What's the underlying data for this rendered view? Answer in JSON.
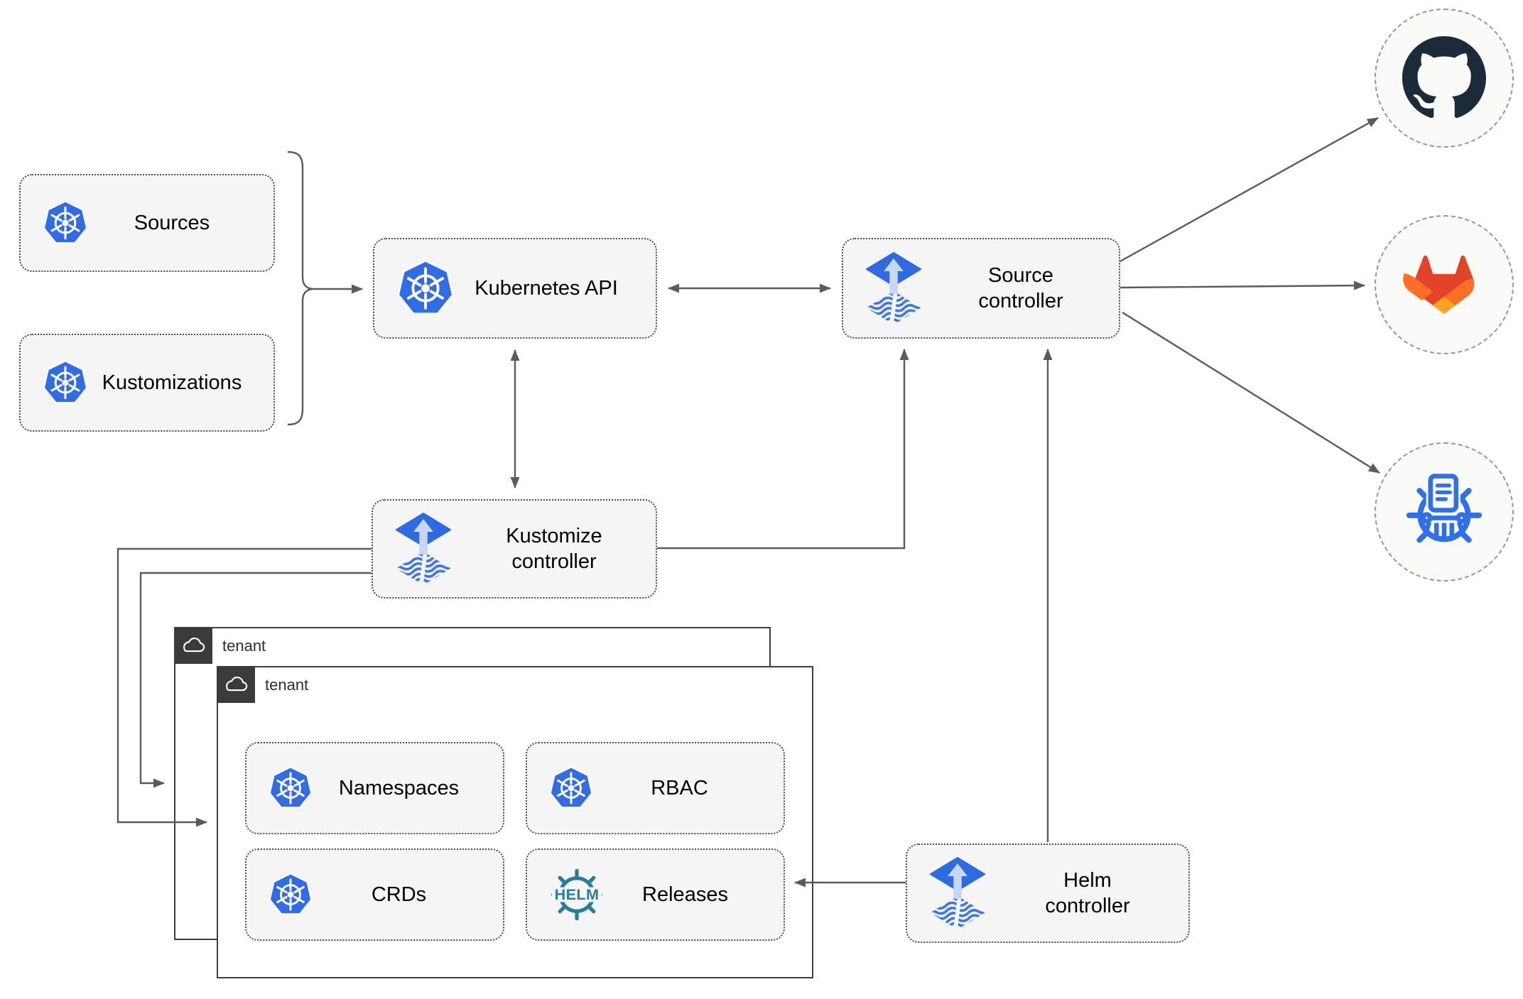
{
  "title": "Flux GitOps toolkit architecture diagram",
  "nodes": {
    "sources": {
      "label": "Sources",
      "icon": "kubernetes-icon"
    },
    "kustomizations": {
      "label": "Kustomizations",
      "icon": "kubernetes-icon"
    },
    "kubernetes_api": {
      "label": "Kubernetes API",
      "icon": "kubernetes-icon"
    },
    "source_controller": {
      "label": "Source controller",
      "icon": "flux-icon"
    },
    "kustomize_controller": {
      "label": "Kustomize controller",
      "icon": "flux-icon"
    },
    "helm_controller": {
      "label": "Helm controller",
      "icon": "flux-icon"
    },
    "tenant_outer": {
      "label": "tenant",
      "icon": "cloud-icon"
    },
    "tenant_inner": {
      "label": "tenant",
      "icon": "cloud-icon"
    },
    "namespaces": {
      "label": "Namespaces",
      "icon": "kubernetes-icon"
    },
    "rbac": {
      "label": "RBAC",
      "icon": "kubernetes-icon"
    },
    "crds": {
      "label": "CRDs",
      "icon": "kubernetes-icon"
    },
    "releases": {
      "label": "Releases",
      "icon": "helm-icon"
    },
    "github": {
      "icon": "github-icon"
    },
    "gitlab": {
      "icon": "gitlab-icon"
    },
    "chart_repository": {
      "icon": "chartmuseum-icon"
    }
  },
  "helm_logo_text": "HELM",
  "edges": [
    {
      "from": "sources + kustomizations",
      "to": "kubernetes_api",
      "style": "brace-arrow"
    },
    {
      "from": "kubernetes_api",
      "to": "source_controller",
      "style": "double-arrow"
    },
    {
      "from": "kubernetes_api",
      "to": "kustomize_controller",
      "style": "double-arrow"
    },
    {
      "from": "kustomize_controller",
      "to": "source_controller",
      "style": "arrow"
    },
    {
      "from": "helm_controller",
      "to": "source_controller",
      "style": "arrow"
    },
    {
      "from": "kustomize_controller",
      "to": "tenant_inner",
      "style": "arrow"
    },
    {
      "from": "kustomize_controller",
      "to": "tenant_outer",
      "style": "arrow"
    },
    {
      "from": "helm_controller",
      "to": "releases",
      "style": "arrow"
    },
    {
      "from": "source_controller",
      "to": "github",
      "style": "arrow"
    },
    {
      "from": "source_controller",
      "to": "gitlab",
      "style": "arrow"
    },
    {
      "from": "source_controller",
      "to": "chart_repository",
      "style": "arrow"
    }
  ],
  "colors": {
    "kubernetes_blue": "#326CE5",
    "flux_blue": "#2F6BE0",
    "flux_arrow_light": "#C7D7F4",
    "helm_teal": "#2A7C9E",
    "github_dark": "#1B2B3A",
    "gitlab_red": "#E24329",
    "gitlab_orange": "#FC6D26",
    "gitlab_yellow": "#FCA326",
    "chartmuseum_blue": "#2F6FE8",
    "line_gray": "#5B5B5B",
    "node_fill": "#F5F5F5",
    "tenant_border": "#3F3F3F",
    "circle_fill": "#FAFAF7"
  }
}
